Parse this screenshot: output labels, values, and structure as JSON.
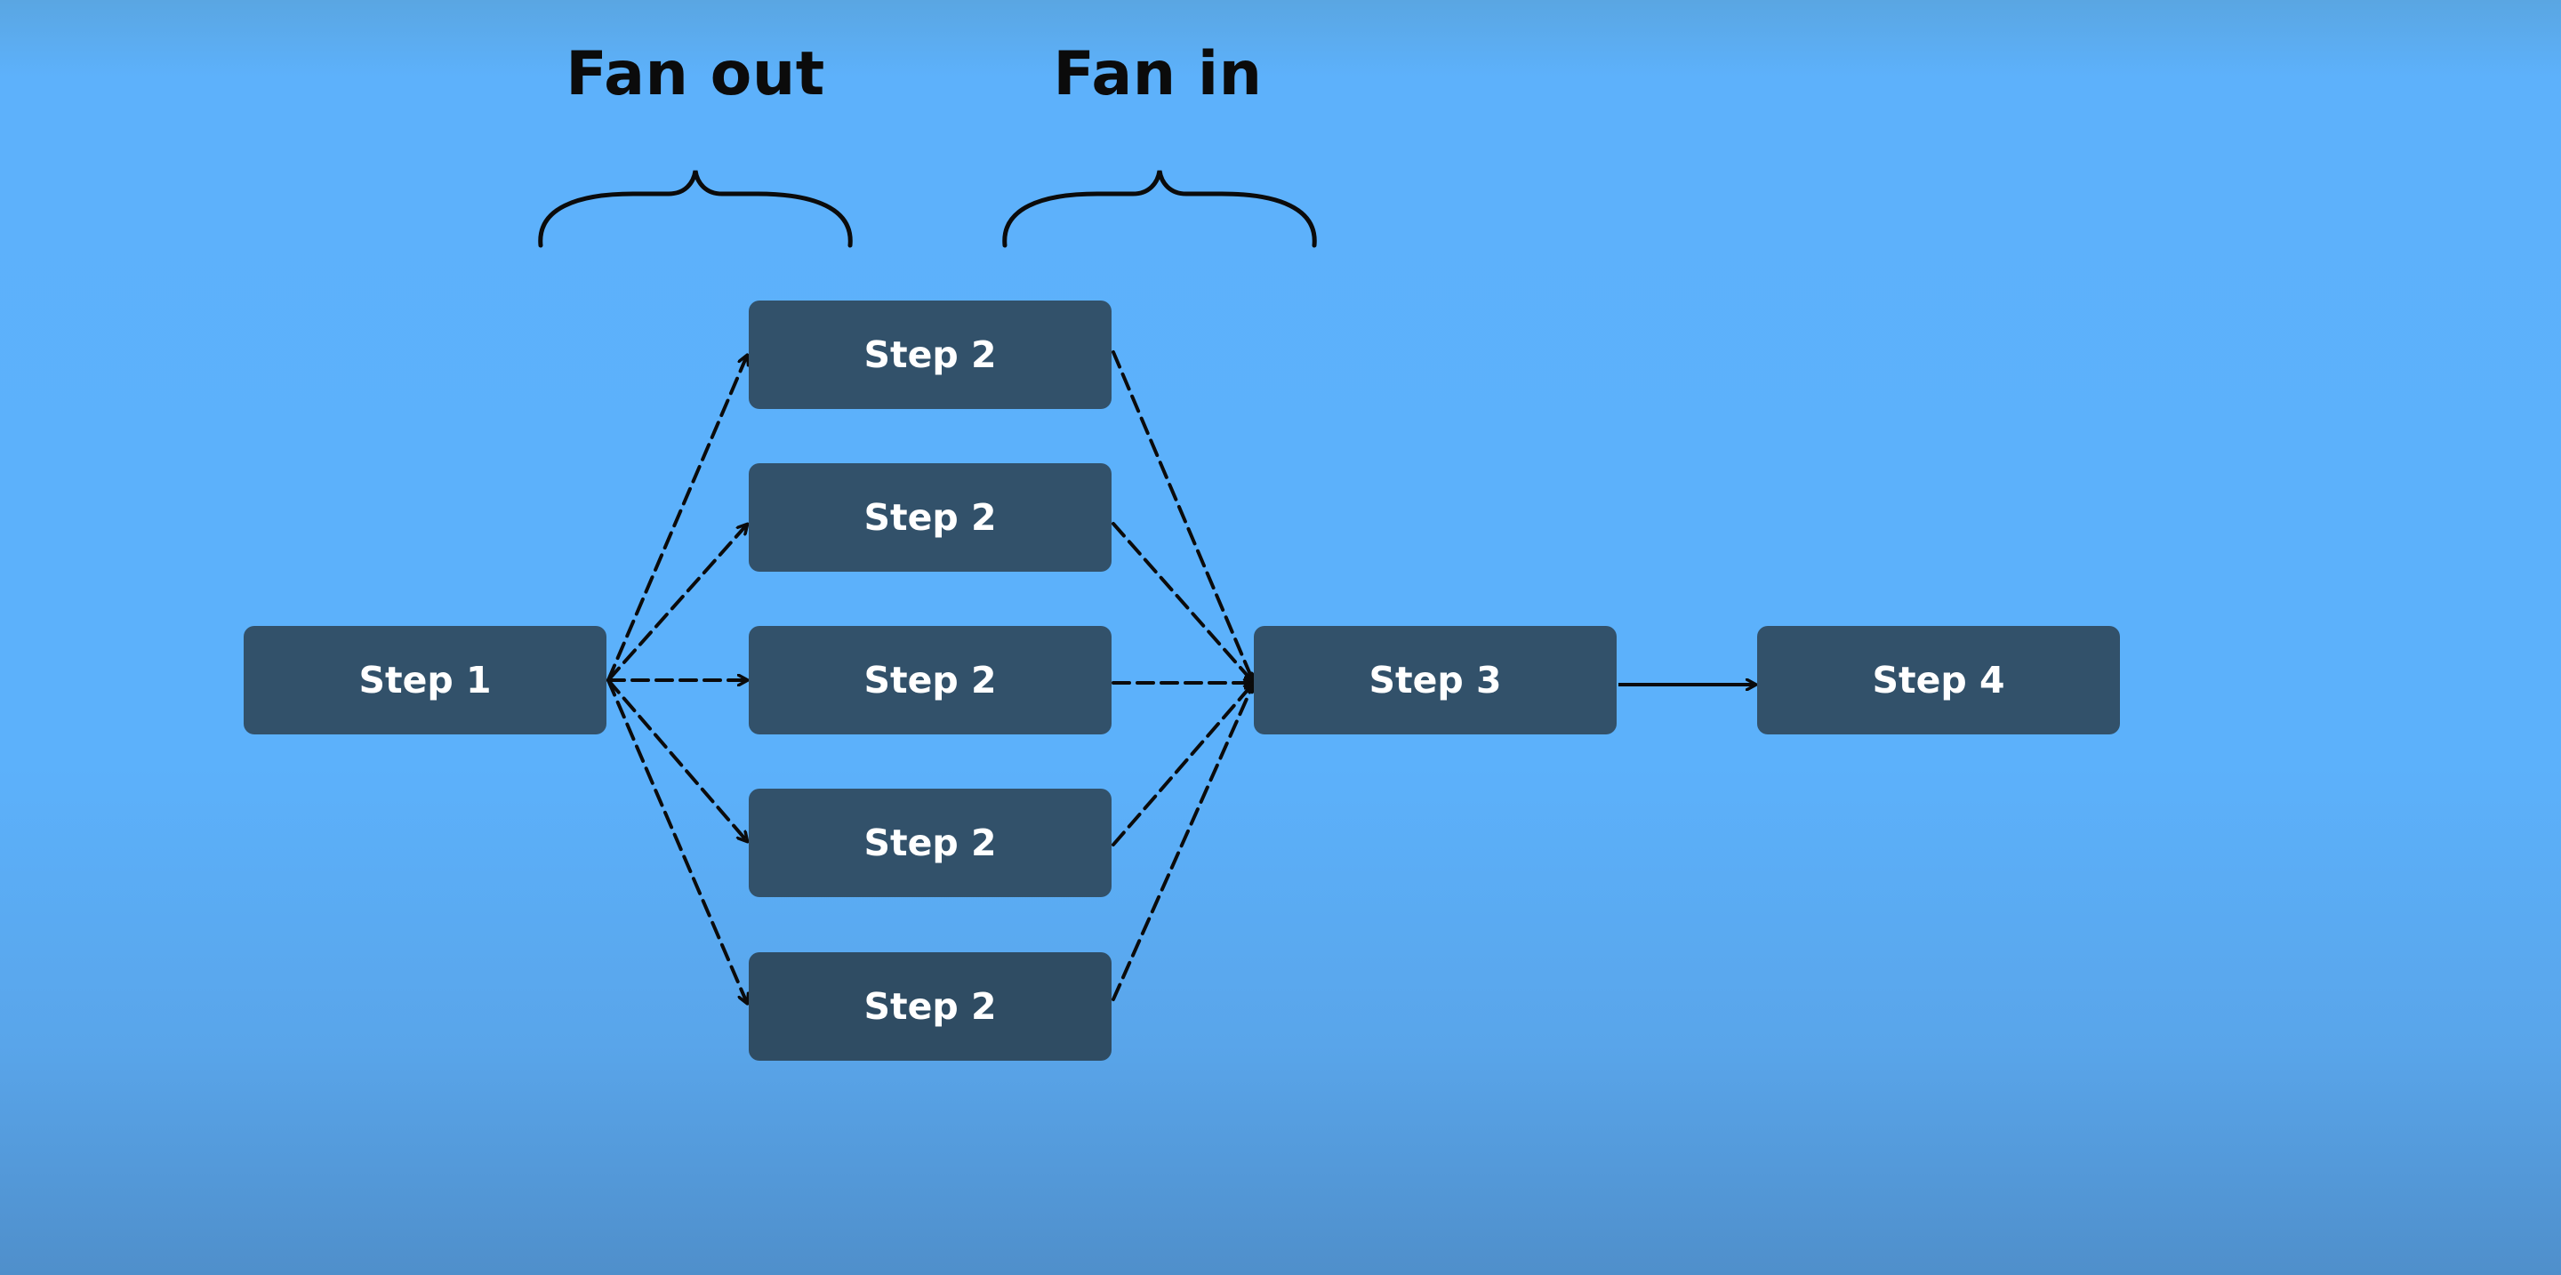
{
  "headings": {
    "fan_out": "Fan out",
    "fan_in": "Fan in"
  },
  "steps": {
    "step1": "Step 1",
    "step2": [
      "Step 2",
      "Step 2",
      "Step 2",
      "Step 2",
      "Step 2"
    ],
    "step3": "Step 3",
    "step4": "Step 4"
  },
  "colors": {
    "background": "#5cb1fb",
    "box": "#32516a",
    "box_text": "#ffffff",
    "lines": "#0b0b0b"
  }
}
